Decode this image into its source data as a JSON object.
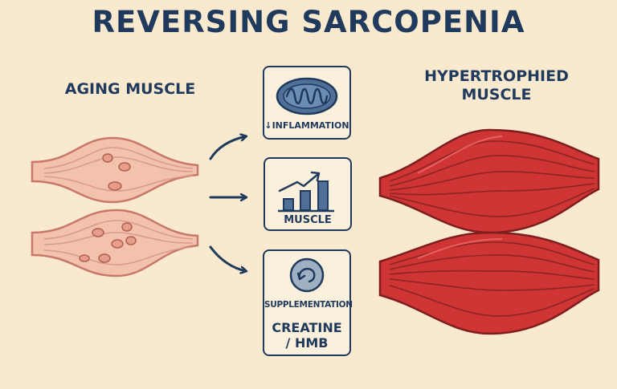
{
  "title": "REVERSING SARCOPENIA",
  "left_label": "AGING MUSCLE",
  "right_label_line1": "HYPERTROPHIED",
  "right_label_line2": "MUSCLE",
  "boxes": {
    "inflammation": {
      "text": "↓INFLAMMATION",
      "icon": "mitochondria-icon"
    },
    "muscle": {
      "text": "MUSCLE",
      "icon": "rising-bar-chart-icon"
    },
    "supplementation": {
      "text": "SUPPLEMENTATION",
      "subtext_line1": "CREATINE",
      "subtext_line2": "/ HMB",
      "icon": "capsule-circle-icon"
    }
  },
  "colors": {
    "background": "#f8e9cf",
    "navy": "#1f3a5c",
    "aging_muscle": "#f2c2ad",
    "healthy_muscle": "#cf3535"
  }
}
